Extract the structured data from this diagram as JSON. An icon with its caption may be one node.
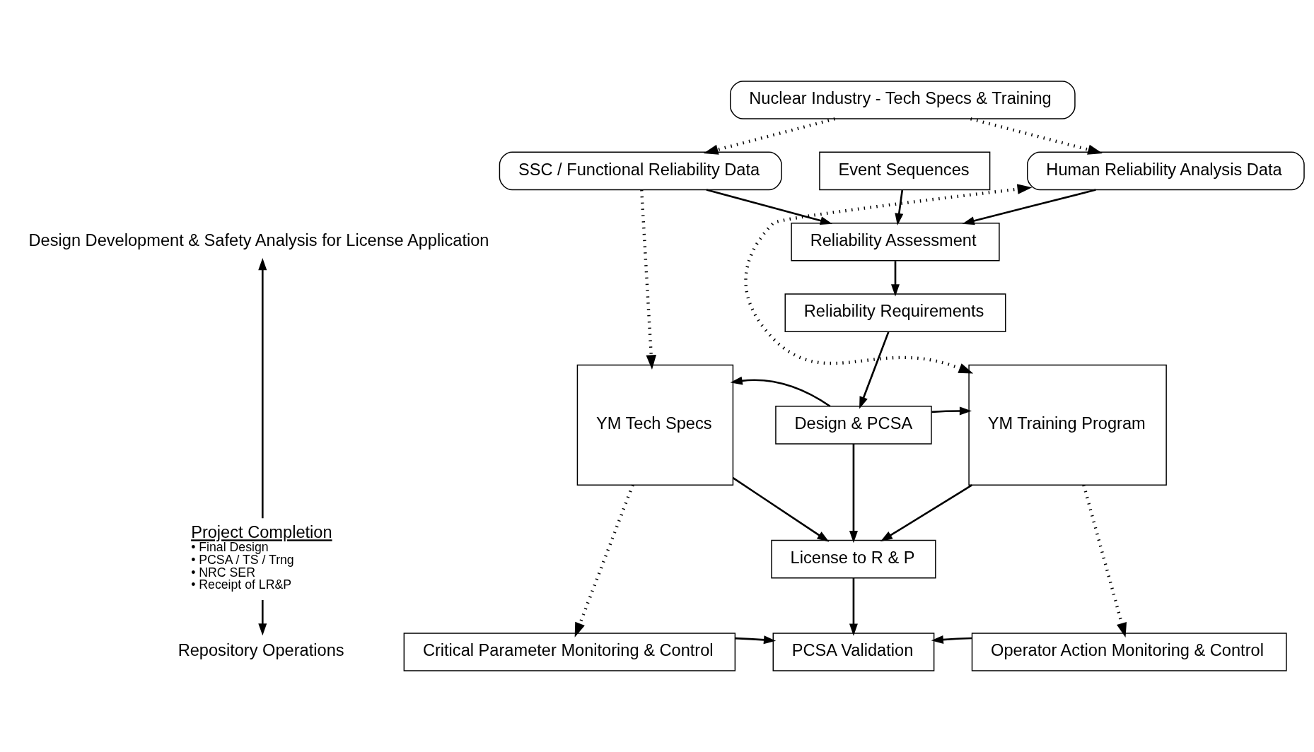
{
  "diagram": {
    "nodes": [
      {
        "text": [
          "Nuclear Industry - Tech Specs & Training"
        ]
      },
      {
        "text": [
          "SSC / Functional Reliability Data"
        ]
      },
      {
        "text": [
          "Event Sequences"
        ]
      },
      {
        "text": [
          "Human Reliability Analysis Data"
        ]
      },
      {
        "text": [
          "Reliability Assessment"
        ]
      },
      {
        "text": [
          "Reliability Requirements"
        ]
      },
      {
        "text": [
          "YM Tech Specs"
        ]
      },
      {
        "text": [
          "Design & PCSA"
        ]
      },
      {
        "text": [
          "YM Training Program"
        ]
      },
      {
        "text": [
          "License to R & P"
        ]
      },
      {
        "text": [
          "Critical Parameter Monitoring & Control"
        ]
      },
      {
        "text": [
          "PCSA Validation"
        ]
      },
      {
        "text": [
          "Operator Action Monitoring & Control"
        ]
      },
      {
        "text": [
          "Design Development & Safety Analysis for License Application"
        ]
      },
      {
        "text": [
          "Project Completion"
        ],
        "beside": [
          "• Final Design",
          "• PCSA / TS / Trng",
          "• NRC SER",
          "• Receipt of LR&P"
        ]
      },
      {
        "text": [
          "Repository Operations"
        ]
      }
    ],
    "edges": [
      {
        "from": 0,
        "to": 1,
        "arrow": "to",
        "style": "dashed"
      },
      {
        "from": 0,
        "to": 3,
        "arrow": "to",
        "style": "dashed"
      },
      {
        "from": 2,
        "to": 4,
        "arrow": "to"
      },
      {
        "from": 1,
        "to": 4,
        "arrow": "to"
      },
      {
        "from": 3,
        "to": 4,
        "arrow": "to"
      },
      {
        "from": 1,
        "to": 6,
        "arrow": "to",
        "style": "dashed"
      },
      {
        "from": 8,
        "to": 3,
        "arrow": "both",
        "style": "dashed"
      },
      {
        "from": 4,
        "to": 5,
        "arrow": "to"
      },
      {
        "from": 5,
        "to": 7,
        "arrow": "to"
      },
      {
        "from": 7,
        "to": 6,
        "arrow": "to"
      },
      {
        "from": 7,
        "to": 8,
        "arrow": "to"
      },
      {
        "from": 7,
        "to": 9,
        "arrow": "to"
      },
      {
        "from": 6,
        "to": 9,
        "arrow": "to"
      },
      {
        "from": 8,
        "to": 9,
        "arrow": "to"
      },
      {
        "from": 9,
        "to": 11,
        "arrow": "to"
      },
      {
        "from": 6,
        "to": 10,
        "arrow": "to",
        "style": "dashed"
      },
      {
        "from": 8,
        "to": 12,
        "arrow": "to",
        "style": "dashed"
      },
      {
        "from": 10,
        "to": 11,
        "arrow": "to"
      },
      {
        "from": 12,
        "to": 11,
        "arrow": "to"
      },
      {
        "from": 14,
        "to": 13,
        "arrow": "to"
      },
      {
        "from": 14,
        "to": 15,
        "arrow": "to"
      }
    ]
  }
}
